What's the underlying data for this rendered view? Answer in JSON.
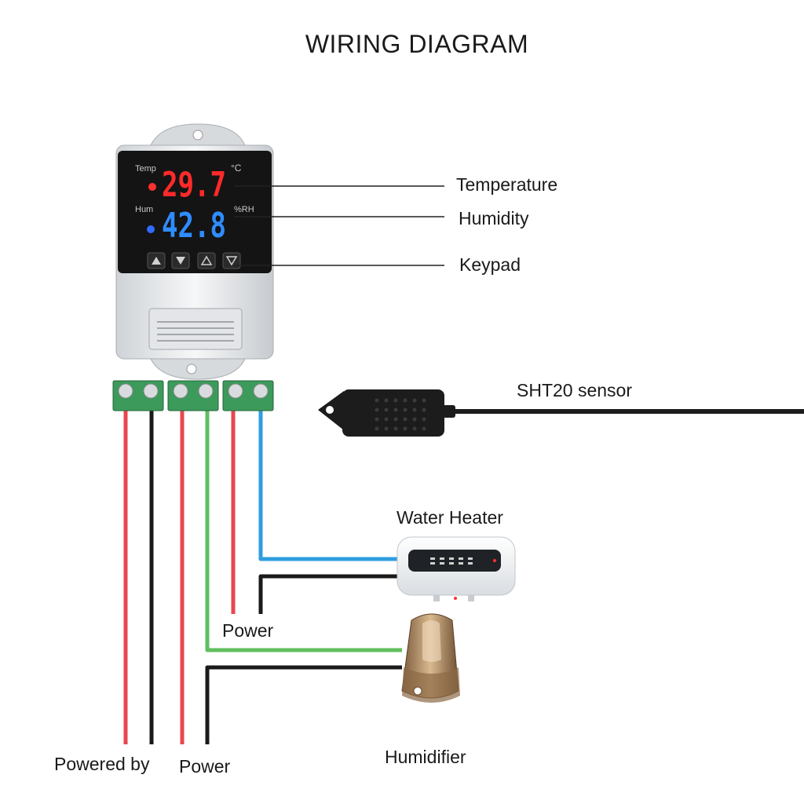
{
  "title": "WIRING DIAGRAM",
  "controller": {
    "temp_label": "Temp",
    "temp_value": "29.7",
    "temp_unit": "°C",
    "hum_label": "Hum",
    "hum_value": "42.8",
    "hum_unit": "%RH"
  },
  "callouts": {
    "temperature": "Temperature",
    "humidity": "Humidity",
    "keypad": "Keypad"
  },
  "sensor": {
    "label": "SHT20 sensor"
  },
  "devices": {
    "water_heater": "Water Heater",
    "humidifier": "Humidifier"
  },
  "wire_labels": {
    "powered_by": "Powered by",
    "power_left": "Power",
    "power_mid": "Power"
  },
  "colors": {
    "red_wire": "#e8474d",
    "black_wire": "#1a1a1a",
    "green_wire": "#5fbf5f",
    "blue_wire": "#2e9ee0",
    "terminal": "#3c9a5b",
    "temp_digits": "#ff2a2a",
    "hum_digits": "#2f8cff"
  }
}
